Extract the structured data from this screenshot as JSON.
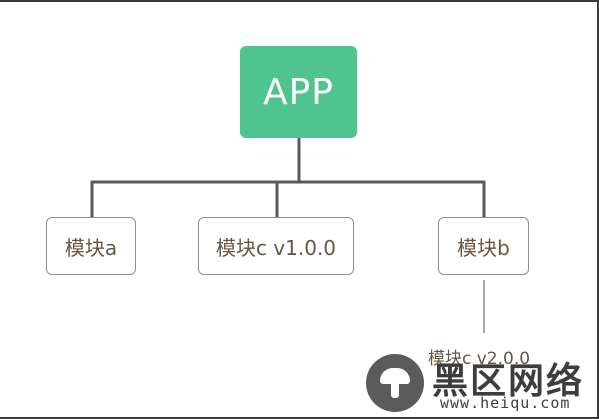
{
  "diagram": {
    "root": {
      "label": "APP"
    },
    "modules": [
      {
        "label": "模块a"
      },
      {
        "label": "模块c v1.0.0"
      },
      {
        "label": "模块b"
      }
    ],
    "sub_dependency": {
      "label": "模块c v2.0.0"
    }
  },
  "watermark": {
    "title": "黑区网络",
    "url": "www.heiqu.com"
  },
  "colors": {
    "root_fill": "#50c48e",
    "root_text": "#ffffff",
    "module_text": "#6b5540",
    "module_border": "#8e8e8e",
    "connector": "#595959"
  }
}
